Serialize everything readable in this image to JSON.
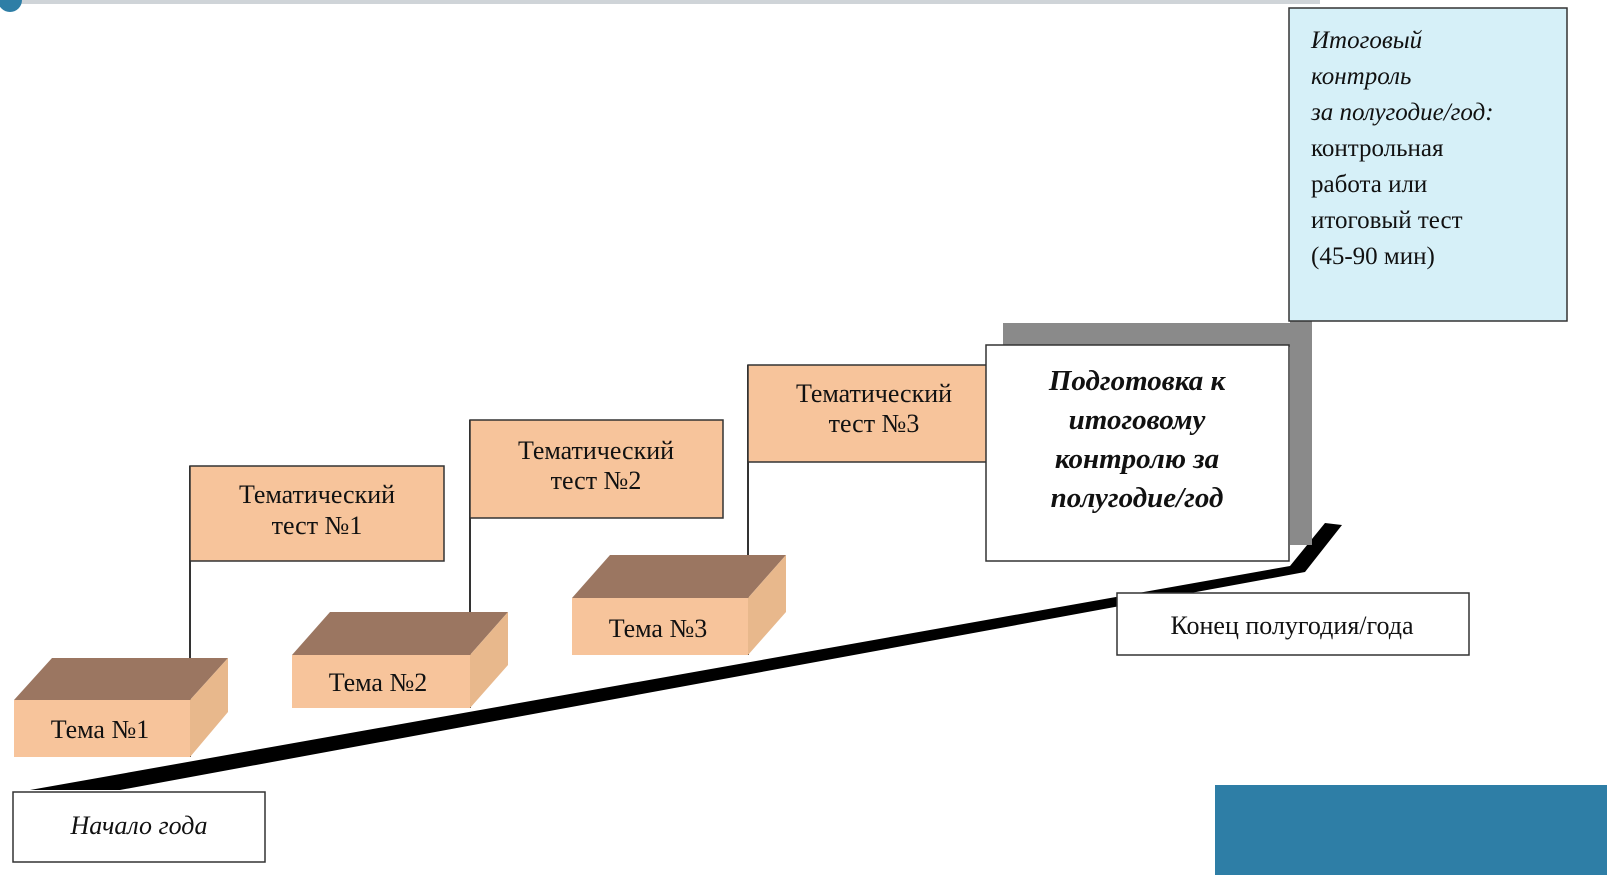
{
  "diagram": {
    "topics": [
      {
        "label": "Тема №1"
      },
      {
        "label": "Тема №2"
      },
      {
        "label": "Тема №3"
      }
    ],
    "tests": [
      {
        "lines": [
          "Тематический",
          "тест №1"
        ]
      },
      {
        "lines": [
          "Тематический",
          "тест №2"
        ]
      },
      {
        "lines": [
          "Тематический",
          "тест №3"
        ]
      }
    ],
    "preparation": {
      "lines": [
        "Подготовка к",
        "итоговому",
        "контролю за",
        "полугодие/год"
      ]
    },
    "final_control": {
      "lines": [
        "Итоговый",
        "контроль",
        "за полугодие/год:",
        "контрольная",
        "работа или",
        "итоговый тест",
        "(45-90 мин)"
      ],
      "italic_line_count": 3
    },
    "start_label": "Начало года",
    "end_label": "Конец полугодия/года",
    "colors": {
      "box_front": "#f7c49b",
      "box_top": "#9b7661",
      "box_side": "#e8b88c",
      "flag_fill": "#f7c49b",
      "ramp": "#000000",
      "final_fill": "#d6f0f8",
      "shadow": "#8a8a8a",
      "corner_block": "#2e7ea6",
      "top_strip": "#cfd4d8"
    }
  }
}
